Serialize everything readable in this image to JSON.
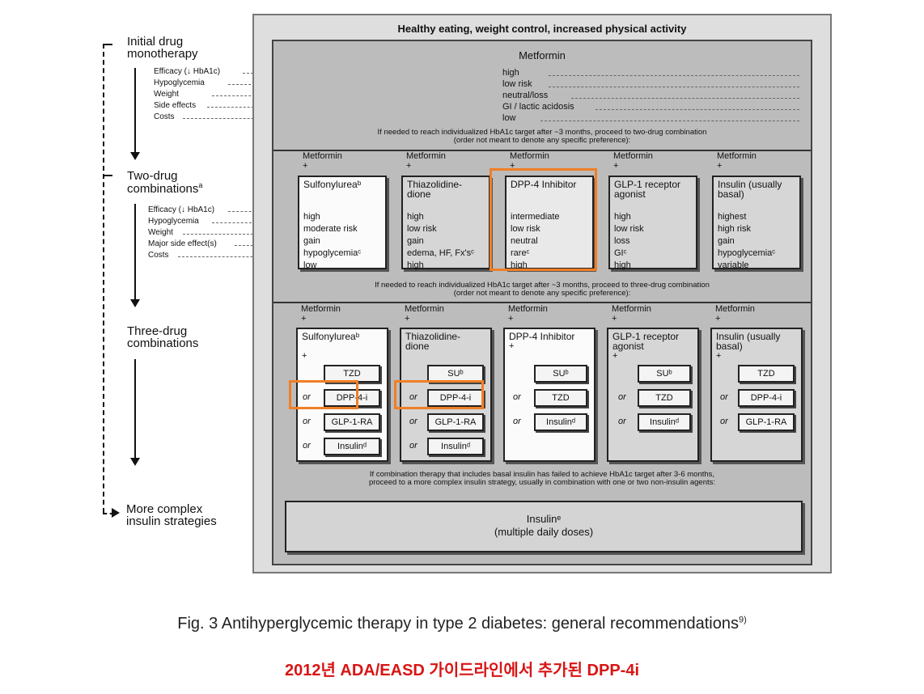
{
  "header": "Healthy eating, weight control, increased physical activity",
  "left": {
    "initial": "Initial drug\nmonotherapy",
    "initial_rows": [
      "Efficacy (↓ HbA1c)",
      "Hypoglycemia",
      "Weight",
      "Side effects",
      "Costs"
    ],
    "two": "Two-drug\ncombinations",
    "two_sup": "a",
    "two_rows": [
      "Efficacy (↓ HbA1c)",
      "Hypoglycemia",
      "Weight",
      "Major side effect(s)",
      "Costs"
    ],
    "three": "Three-drug\ncombinations",
    "complex": "More complex\ninsulin strategies"
  },
  "mono": {
    "title": "Metformin",
    "values": [
      "high",
      "low risk",
      "neutral/loss",
      "GI / lactic acidosis",
      "low"
    ]
  },
  "transition1": "If needed to reach individualized HbA1c target after ~3 months, proceed to two-drug combination\n(order not meant to denote any specific preference):",
  "transition2": "If needed to reach individualized HbA1c target after ~3 months, proceed to three-drug combination\n(order not meant to denote any specific preference):",
  "transition3": "If combination therapy that includes basal insulin has failed to achieve HbA1c target after 3-6 months,\nproceed to a more complex insulin strategy, usually in combination with one or two non-insulin agents:",
  "metformin_plus": "Metformin",
  "plus": "+",
  "two_drug": [
    {
      "name": "Sulfonylureaᵇ",
      "values": [
        "high",
        "moderate risk",
        "gain",
        "hypoglycemiaᶜ",
        "low"
      ]
    },
    {
      "name": "Thiazolidine-\ndione",
      "values": [
        "high",
        "low risk",
        "gain",
        "edema, HF, Fx'sᶜ",
        "high"
      ]
    },
    {
      "name": "DPP-4 Inhibitor",
      "values": [
        "intermediate",
        "low risk",
        "neutral",
        "rareᶜ",
        "high"
      ]
    },
    {
      "name": "GLP-1 receptor\nagonist",
      "values": [
        "high",
        "low risk",
        "loss",
        "GIᶜ",
        "high"
      ]
    },
    {
      "name": "Insulin (usually\nbasal)",
      "values": [
        "highest",
        "high risk",
        "gain",
        "hypoglycemiaᶜ",
        "variable"
      ]
    }
  ],
  "three_drug": [
    {
      "name": "Sulfonylureaᵇ",
      "options": [
        "TZD",
        "DPP-4-i",
        "GLP-1-RA",
        "Insulinᵈ"
      ]
    },
    {
      "name": "Thiazolidine-\ndione",
      "options": [
        "SUᵇ",
        "DPP-4-i",
        "GLP-1-RA",
        "Insulinᵈ"
      ]
    },
    {
      "name": "DPP-4 Inhibitor",
      "options": [
        "SUᵇ",
        "TZD",
        "Insulinᵈ"
      ]
    },
    {
      "name": "GLP-1 receptor\nagonist",
      "options": [
        "SUᵇ",
        "TZD",
        "Insulinᵈ"
      ]
    },
    {
      "name": "Insulin (usually\nbasal)",
      "options": [
        "TZD",
        "DPP-4-i",
        "GLP-1-RA"
      ]
    }
  ],
  "or_label": "or",
  "insulin_final": "Insulinᵉ\n(multiple daily doses)",
  "caption": {
    "text": "Fig. 3 Antihyperglycemic therapy in type 2 diabetes: general recommendations",
    "ref": "9)"
  },
  "korean_note": "2012년 ADA/EASD 가이드라인에서 추가된 DPP-4i",
  "colors": {
    "highlight": "#f07f26",
    "note": "#d91414"
  }
}
